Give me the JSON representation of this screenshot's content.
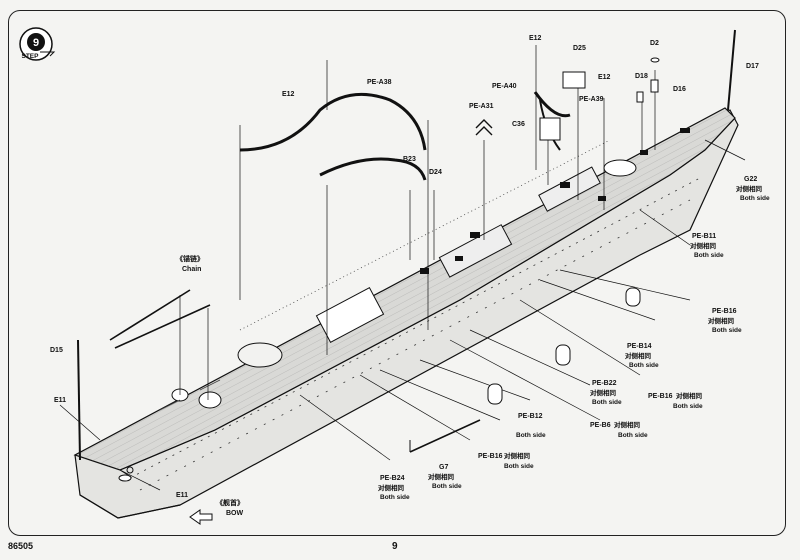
{
  "document": {
    "product_code": "86505",
    "page_number": "9",
    "step_badge": "STEP",
    "step_number": "9"
  },
  "callouts": {
    "e12_left": "E12",
    "pe_a38": "PE-A38",
    "e12_top": "E12",
    "d25": "D25",
    "d2": "D2",
    "d17": "D17",
    "pe_a40": "PE-A40",
    "e12_right": "E12",
    "d18": "D18",
    "d16": "D16",
    "pe_a39": "PE-A39",
    "pe_a31": "PE-A31",
    "c36": "C36",
    "b23": "B23",
    "d24": "D24",
    "g22": "G22",
    "g22_cn": "对侧相同",
    "g22_en": "Both side",
    "pe_b11": "PE-B11",
    "pe_b11_cn": "对侧相同",
    "pe_b11_en": "Both side",
    "chain_cn": "《锚链》",
    "chain_en": "Chain",
    "pe_b16_r": "PE-B16",
    "pe_b16_r_cn": "对侧相同",
    "pe_b16_r_en": "Both side",
    "pe_b14": "PE-B14",
    "pe_b14_cn": "对侧相同",
    "pe_b14_en": "Both side",
    "d15": "D15",
    "pe_b22": "PE-B22",
    "pe_b22_cn": "对侧相同",
    "pe_b22_en": "Both side",
    "pe_b16_m": "PE-B16",
    "pe_b16_m_cn": "对侧相同",
    "pe_b16_m_en": "Both side",
    "pe_b12": "PE-B12",
    "pe_b12_en": "Both side",
    "pe_b6": "PE-B6",
    "pe_b6_cn": "对侧相同",
    "pe_b6_en": "Both side",
    "e11_left": "E11",
    "pe_b16_l": "PE-B16",
    "pe_b16_l_cn": "对侧相同",
    "pe_b16_l_en": "Both side",
    "pe_b24": "PE-B24",
    "pe_b24_cn": "对侧相同",
    "pe_b24_en": "Both side",
    "g7": "G7",
    "g7_cn": "对侧相同",
    "g7_en": "Both side",
    "e11_bottom": "E11",
    "bow_cn": "《舰首》",
    "bow_en": "BOW"
  },
  "colors": {
    "ink": "#111111",
    "paper": "#f4f4f2",
    "deck": "#d9d9d6"
  }
}
